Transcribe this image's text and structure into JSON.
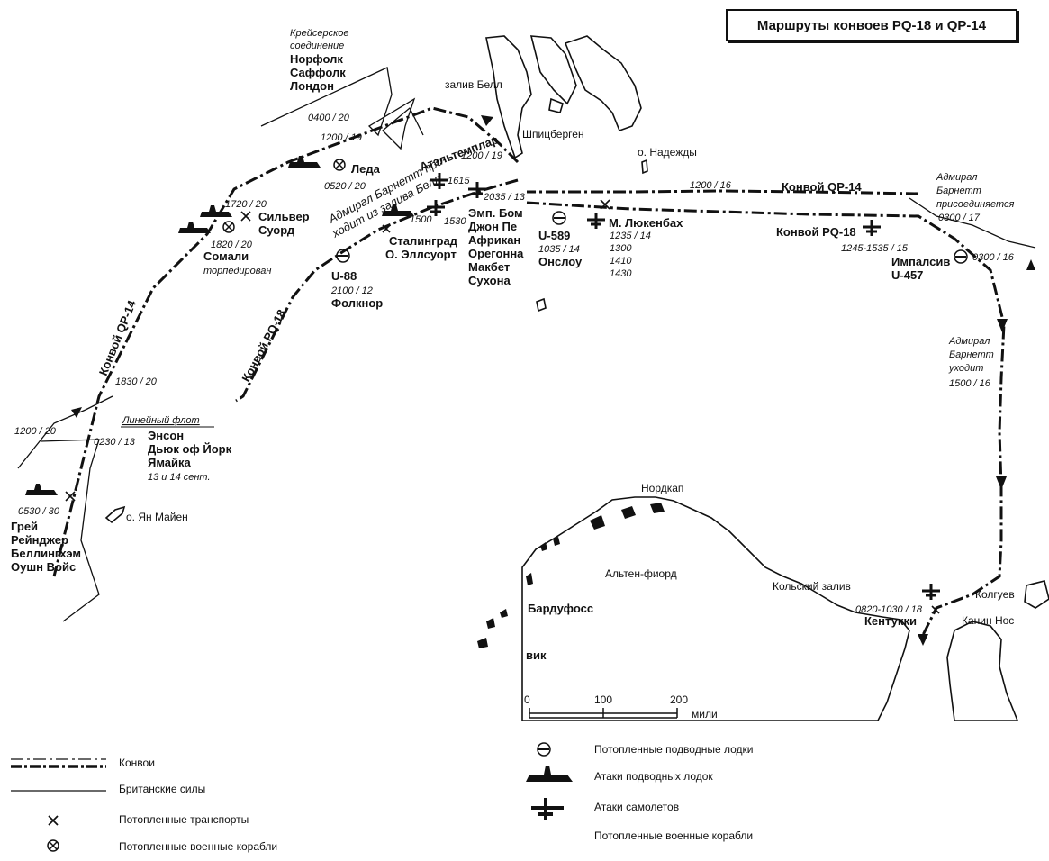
{
  "title": "Маршруты конвоев PQ-18 и QP-14",
  "places": {
    "bell_bay": "залив Белл",
    "spitsbergen": "Шпицберген",
    "hope_island": "о. Надежды",
    "jan_mayen": "о. Ян Майен",
    "nordkap": "Нордкап",
    "alten_fjord": "Альтен-фиорд",
    "kola_bay": "Кольский залив",
    "bardufoss": "Бардуфосс",
    "narvik_fragment": "вик",
    "kolguev": "Колгуев",
    "kanin_nos": "Канин Нос"
  },
  "routes": {
    "qp14_west": "Конвой QP-14",
    "pq18_west": "Конвой PQ-18",
    "qp14_east": "Конвой QP-14",
    "pq18_east": "Конвой PQ-18"
  },
  "labels": {
    "cruiser_1": "Крейсерское",
    "cruiser_2": "соединение",
    "cruiser_3": "Норфолк",
    "cruiser_4": "Саффолк",
    "cruiser_5": "Лондон",
    "time_0400": "0400 / 20",
    "time_1200_19a": "1200 / 19",
    "time_1200_19b": "1200 / 19",
    "leda": "Леда",
    "time_0520": "0520 / 20",
    "time_1720": "1720 / 20",
    "silver_1": "Сильвер",
    "silver_2": "Суорд",
    "time_1820": "1820 / 20",
    "somali": "Сомали",
    "torpedoed": "торпедирован",
    "barnett_1": "Адмирал Барнетт при-",
    "barnett_2": "ходит из залива Белл",
    "atelt": "Атэльтемплар",
    "time_1615": "1615",
    "time_2035": "2035 / 13",
    "time_1500": "1500",
    "time_1530": "1530",
    "stalingrad_1": "Сталинград",
    "stalingrad_2": "О. Эллсуорт",
    "u88": "U-88",
    "time_2100": "2100 / 12",
    "faulknor": "Фолкнор",
    "ships_1": "Эмп. Бом",
    "ships_2": "Джон Пе",
    "ships_3": "Африкан",
    "ships_4": "Орегонна",
    "ships_5": "Макбет",
    "ships_6": "Сухона",
    "u589": "U-589",
    "time_1035": "1035 / 14",
    "onslow": "Онслоу",
    "luckenbach": "М. Люкенбах",
    "time_1235": "1235 / 14",
    "time_1300": "1300",
    "time_1410": "1410",
    "time_1430": "1430",
    "time_1200_16": "1200 / 16",
    "admiral_join_1": "Адмирал",
    "admiral_join_2": "Барнетт",
    "admiral_join_3": "присоединяется",
    "time_0300_17": "0300 / 17",
    "time_1245": "1245-1535 / 15",
    "impulsive": "Импалсив",
    "u457": "U-457",
    "time_0300_16": "0300 / 16",
    "admiral_leave_1": "Адмирал",
    "admiral_leave_2": "Барнетт",
    "admiral_leave_3": "уходит",
    "time_1500_16": "1500 / 16",
    "time_1830": "1830 / 20",
    "battle_fleet": "Линейный флот",
    "anson": "Энсон",
    "duke": "Дьюк оф Йорк",
    "jamaica": "Ямайка",
    "dates": "13 и 14 сент.",
    "time_1200_20": "1200 / 20",
    "time_0230": "0230 / 13",
    "time_0530": "0530 / 30",
    "grey": "Грей",
    "ranger": "Рейнджер",
    "bellingham": "Беллингхэм",
    "ocean": "Оушн Войс",
    "time_0820": "0820-1030 / 18",
    "kentucky": "Кентукки"
  },
  "scale": {
    "t0": "0",
    "t100": "100",
    "t200": "200",
    "unit": "мили"
  },
  "legend": {
    "convoys": "Конвои",
    "british": "Британские силы",
    "sunk_transports": "Потопленные транспорты",
    "sunk_warships_left": "Потопленные военные корабли",
    "sunk_subs": "Потопленные подводные лодки",
    "sub_attacks": "Атаки подводных лодок",
    "air_attacks": "Атаки самолетов",
    "sunk_warships_right": "Потопленные военные корабли"
  }
}
